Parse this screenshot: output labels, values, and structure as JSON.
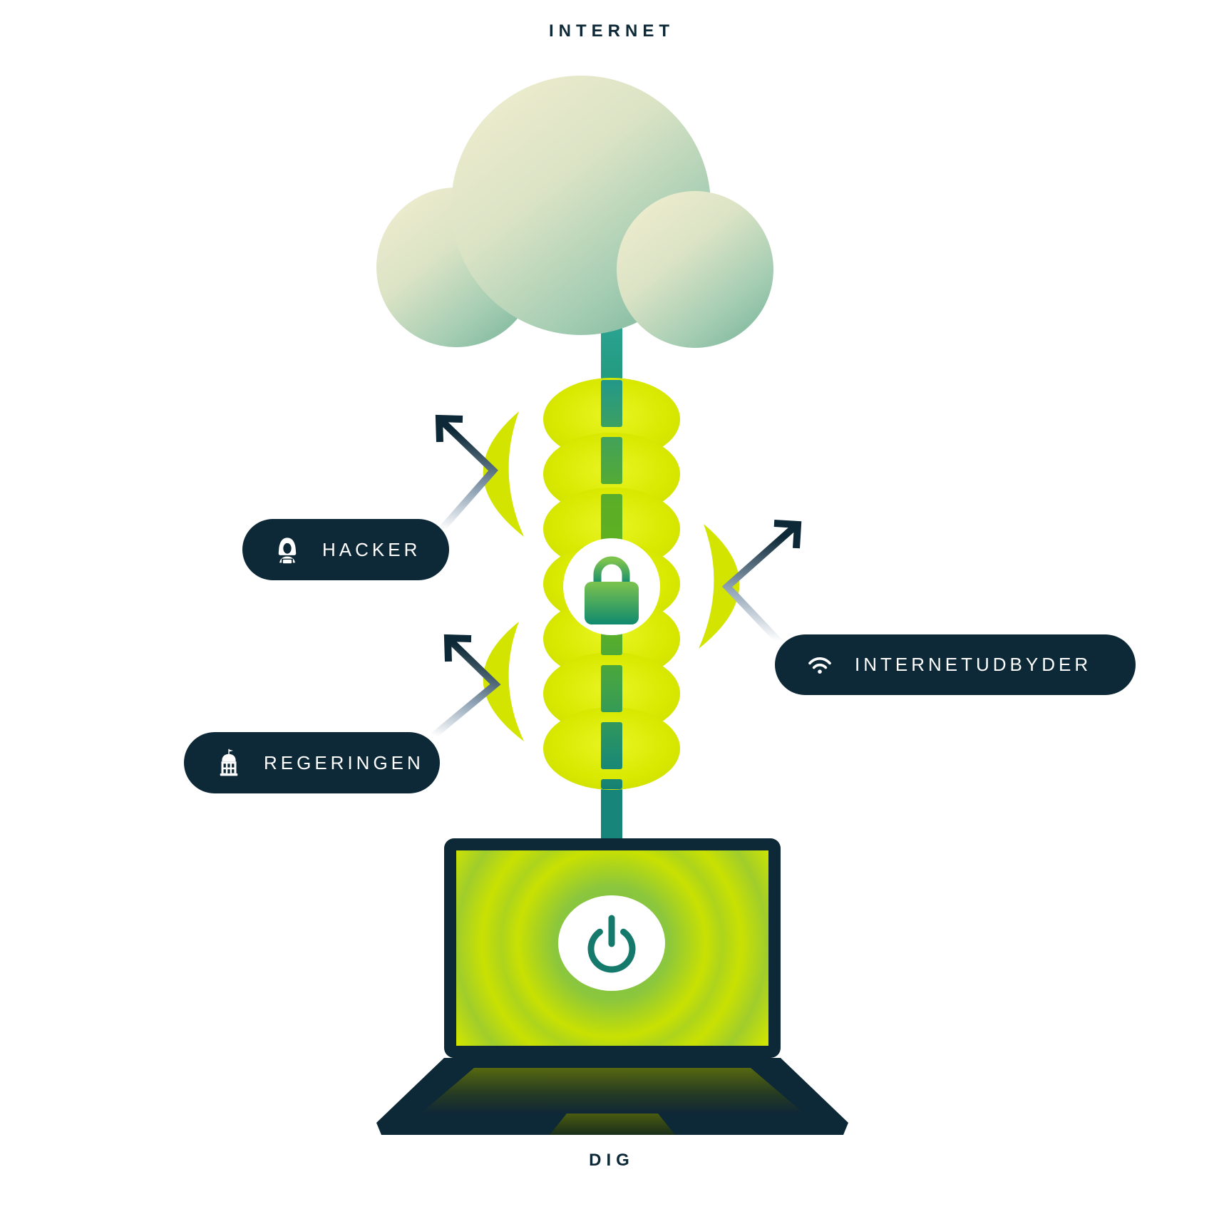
{
  "labels": {
    "internet": "INTERNET",
    "you": "DIG",
    "hacker": "HACKER",
    "government": "REGERINGEN",
    "isp": "INTERNETUDBYDER"
  },
  "icons": {
    "hacker": "hooded-hacker-icon",
    "government": "government-building-icon",
    "isp": "wifi-icon",
    "lock": "padlock-icon",
    "power": "power-icon",
    "cloud": "internet-cloud",
    "laptop": "laptop-device"
  },
  "colors": {
    "navy": "#0d2836",
    "chartreuse": "#cfe000",
    "tunnel_yellow": "#d2e400",
    "teal": "#219a8b",
    "stream_green": "#5db021",
    "cloud_cream": "#f2edd0",
    "cloud_sage": "#7db79c",
    "white": "#ffffff"
  }
}
